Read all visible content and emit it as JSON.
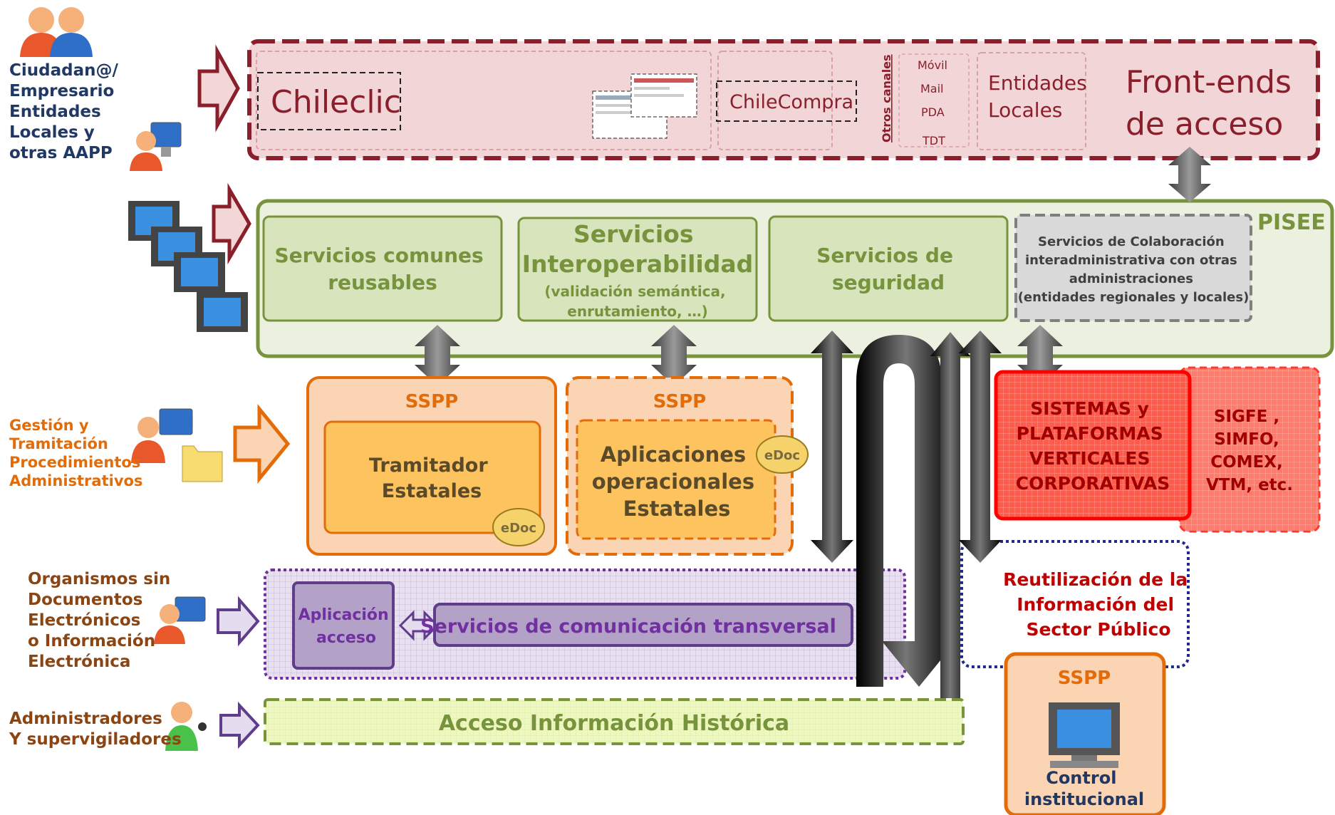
{
  "actors": {
    "citizens": [
      "Ciudadan@/",
      "Empresario",
      "Entidades",
      "Locales y",
      "otras AAPP"
    ],
    "procedures": [
      "Gestión y",
      "Tramitación",
      "Procedimientos",
      "Administrativos"
    ],
    "no_docs": [
      "Organismos sin",
      "Documentos",
      "Electrónicos",
      "o Información",
      "Electrónica"
    ],
    "admins": [
      "Administradores",
      "Y supervigiladores"
    ]
  },
  "frontends": {
    "chileclic": "Chileclic",
    "chilecompra": "ChileCompra",
    "otros_canales": "Otros canales",
    "channels": [
      "Móvil",
      "Mail",
      "PDA",
      "TDT"
    ],
    "entidades": [
      "Entidades",
      "Locales"
    ],
    "title": [
      "Front-ends",
      "de acceso"
    ]
  },
  "pisee": {
    "label": "PISEE",
    "comunes": [
      "Servicios comunes",
      "reusables"
    ],
    "interop_title": [
      "Servicios",
      "Interoperabilidad"
    ],
    "interop_sub": [
      "(validación semántica,",
      "enrutamiento, …)"
    ],
    "seguridad": [
      "Servicios de",
      "seguridad"
    ],
    "colaboracion": [
      "Servicios de Colaboración",
      "interadministrativa con otras",
      "administraciones",
      "(entidades regionales y locales)"
    ]
  },
  "sspp1": {
    "title": "SSPP",
    "inner": [
      "Tramitador",
      "Estatales"
    ],
    "badge": "eDoc"
  },
  "sspp2": {
    "title": "SSPP",
    "inner": [
      "Aplicaciones",
      "operacionales",
      "Estatales"
    ],
    "badge": "eDoc"
  },
  "sistemas": [
    "SISTEMAS y",
    "PLATAFORMAS",
    "VERTICALES",
    "CORPORATIVAS"
  ],
  "sigfe": [
    "SIGFE ,",
    "SIMFO,",
    "COMEX,",
    "VTM, etc."
  ],
  "transversal": {
    "app": [
      "Aplicación",
      "acceso"
    ],
    "services": "Servicios de comunicación transversal"
  },
  "reutilizacion": [
    "Reutilización de la",
    "Información del",
    "Sector Público"
  ],
  "control": {
    "title": "SSPP",
    "label": [
      "Control",
      "institucional"
    ]
  },
  "historico": "Acceso Información Histórica",
  "colors": {
    "frontend": "#8b1e2b",
    "pisee": "#77933c",
    "orange": "#e36c09",
    "red": "#ff0000",
    "purple": "#7030a0",
    "navy": "#1f2a8a",
    "gray_arrow": "#595959"
  }
}
